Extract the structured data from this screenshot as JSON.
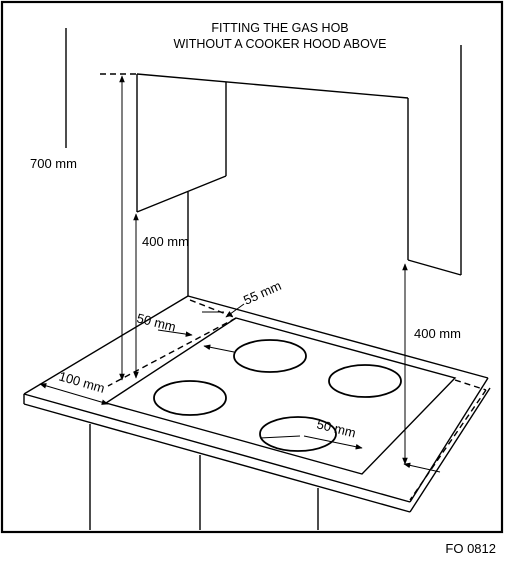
{
  "title_line1": "FITTING THE GAS HOB",
  "title_line2": "WITHOUT A COOKER HOOD ABOVE",
  "dimensions": {
    "cabinet_height": "700 mm",
    "cabinet_clearance": "400 mm",
    "back_clearance": "55 mm",
    "side_clearance_left": "50 mm",
    "front_clearance": "100 mm",
    "wall_clearance_right": "400 mm",
    "burner_edge_clearance": "50 mm"
  },
  "figure_code": "FO 0812"
}
